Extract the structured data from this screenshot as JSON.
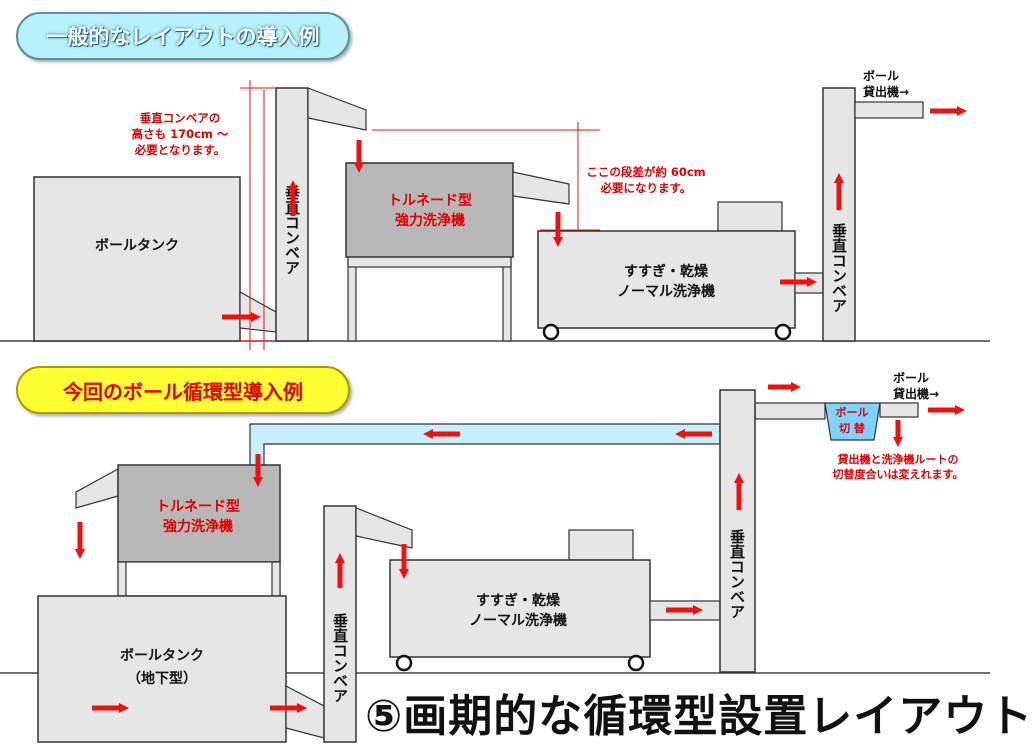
{
  "top": {
    "heading": "一般的なレイアウトの導入例",
    "tank": "ボールタンク",
    "conveyor": "垂直コンベア",
    "washer": [
      "トルネード型",
      "強力洗浄機"
    ],
    "dryer": [
      "すすぎ・乾燥",
      "ノーマル洗浄機"
    ],
    "dispenser": [
      "ボール",
      "貸出機→"
    ],
    "note_height": [
      "垂直コンベアの",
      "高さも 170cm ～",
      "必要となります。"
    ],
    "note_step": [
      "ここの段差が約 60cm",
      "必要になります。"
    ]
  },
  "bottom": {
    "heading": "今回のボール循環型導入例",
    "tank": [
      "ボールタンク",
      "（地下型）"
    ],
    "conveyor": "垂直コンベア",
    "washer": [
      "トルネード型",
      "強力洗浄機"
    ],
    "dryer": [
      "すすぎ・乾燥",
      "ノーマル洗浄機"
    ],
    "dispenser": [
      "ボール",
      "貸出機→"
    ],
    "switch": [
      "ボール",
      "切  替"
    ],
    "note_route": [
      "貸出機と洗浄機ルートの",
      "切替度合いは変えれます。"
    ]
  },
  "footer_title": "⑤画期的な循環型設置レイアウト",
  "colors": {
    "arrow": "#ee1111",
    "machine_gray": "#e6e6e6",
    "washer_gray": "#b8b8b8",
    "pipe_blue": "#c7f0ff",
    "switch_blue": "#7fd4ff"
  }
}
